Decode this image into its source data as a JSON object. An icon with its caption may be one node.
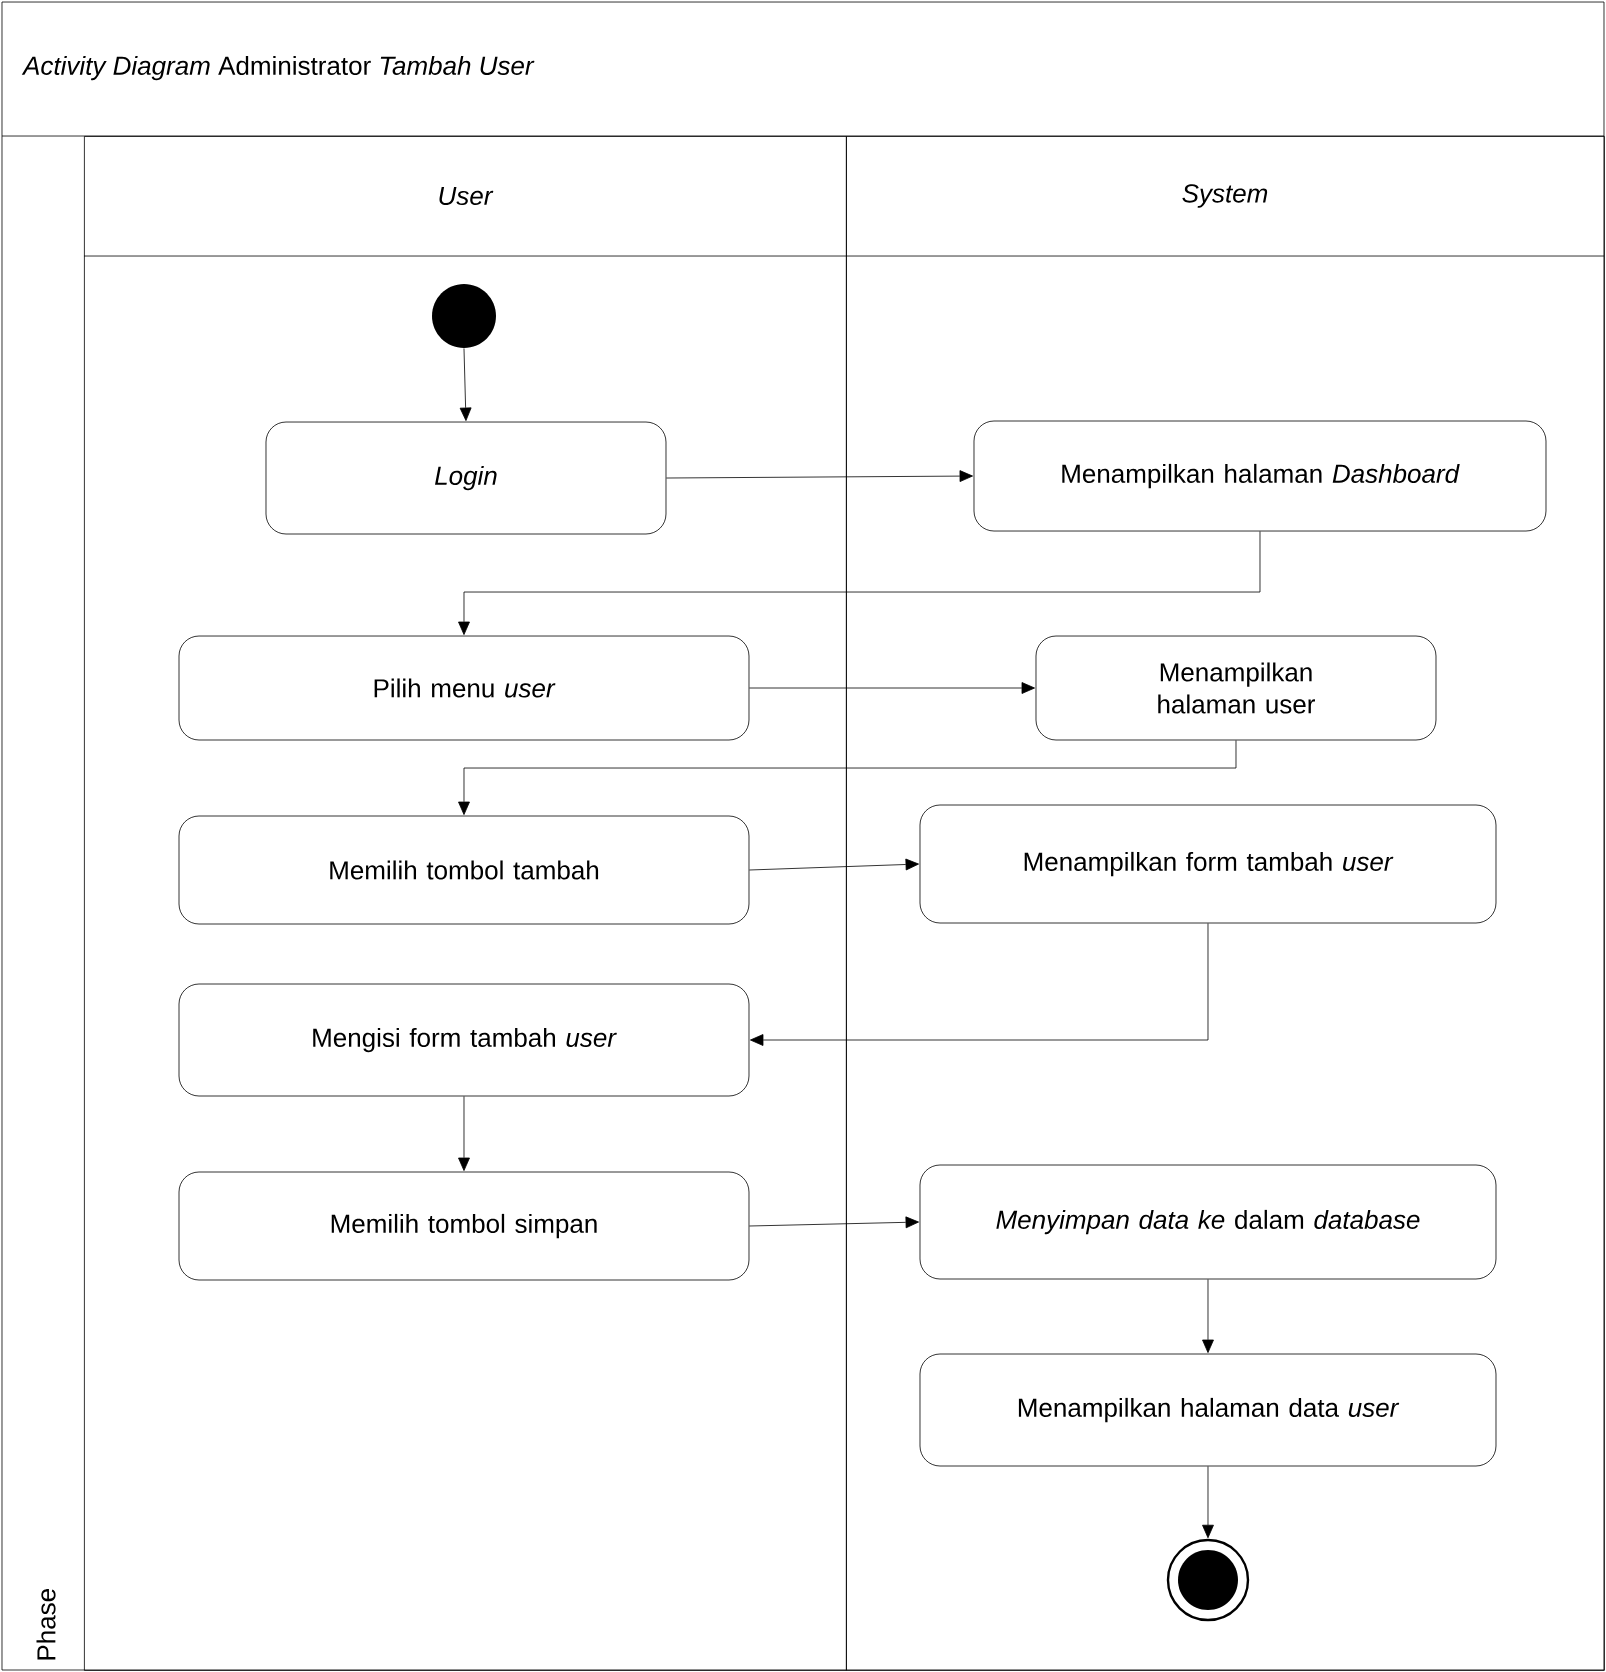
{
  "diagram": {
    "title": "*Activity Diagram* Administrator *Tambah User*",
    "nodes": [
      {
        "text": [
          "User"
        ]
      },
      {
        "text": [
          "System"
        ]
      },
      {
        "text": [],
        "shape": "circle",
        "in": 0
      },
      {
        "text": [
          "Login"
        ],
        "in": 0
      },
      {
        "text": [
          "Menampilkan halaman *Dashboard*"
        ],
        "in": 1
      },
      {
        "text": [
          "Pilih menu *user*"
        ],
        "in": 0
      },
      {
        "text": [
          "Menampilkan halaman user"
        ],
        "in": 1
      },
      {
        "text": [
          "Memilih tombol tambah"
        ],
        "in": 0
      },
      {
        "text": [
          "Menampilkan form tambah *user*"
        ],
        "in": 1
      },
      {
        "text": [
          "Mengisi form tambah *user*"
        ],
        "in": 0
      },
      {
        "text": [
          "Memilih tombol simpan"
        ],
        "in": 0
      },
      {
        "text": [
          "*Menyimpan data ke* dalam *database*"
        ],
        "in": 1
      },
      {
        "text": [
          "Menampilkan halaman data *user*"
        ],
        "in": 1
      },
      {
        "text": [],
        "shape": "circle",
        "in": 1
      }
    ],
    "edges": [
      {
        "from": 2,
        "to": 3,
        "arrow": "to"
      },
      {
        "from": 3,
        "to": 4,
        "arrow": "to"
      },
      {
        "from": 4,
        "to": 5,
        "arrow": "to"
      },
      {
        "from": 5,
        "to": 6,
        "arrow": "to"
      },
      {
        "from": 6,
        "to": 7,
        "arrow": "to"
      },
      {
        "from": 7,
        "to": 8,
        "arrow": "to"
      },
      {
        "from": 8,
        "to": 9,
        "arrow": "to"
      },
      {
        "from": 9,
        "to": 10,
        "arrow": "to"
      },
      {
        "from": 10,
        "to": 11,
        "arrow": "to"
      },
      {
        "from": 11,
        "to": 12,
        "arrow": "to"
      },
      {
        "from": 12,
        "to": 13,
        "arrow": "to"
      }
    ],
    "labels": [
      "Phase"
    ]
  }
}
